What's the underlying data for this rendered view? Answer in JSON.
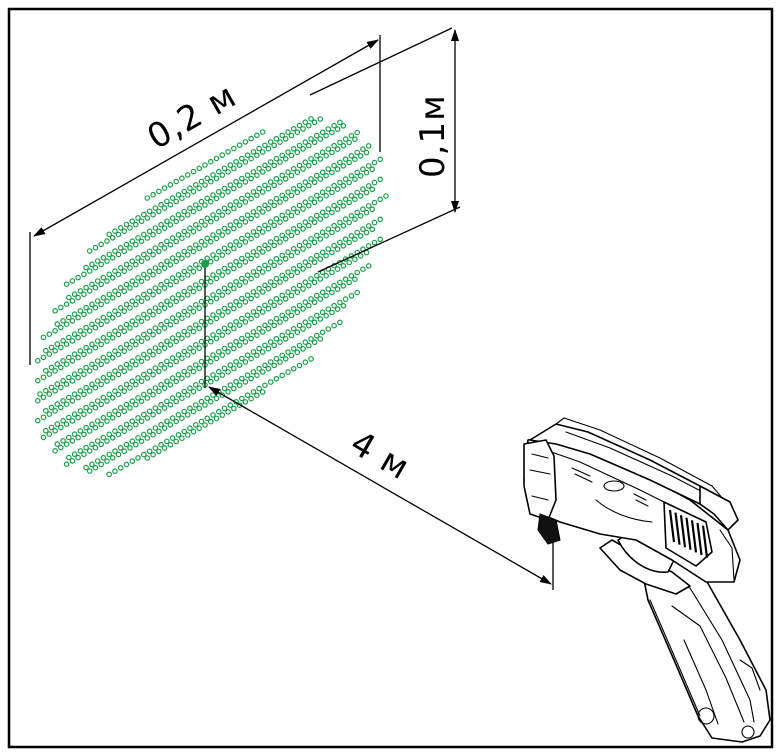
{
  "colors": {
    "pattern": "#1a9e4a",
    "ink": "#000000",
    "frame": "#000000",
    "background": "#ffffff"
  },
  "dimensions": {
    "width_label": "0,2 м",
    "height_label": "0,1м",
    "distance_label": "4 м"
  },
  "icons": {
    "device": "pistol-icon",
    "impact_pattern": "dot-pattern-icon"
  }
}
